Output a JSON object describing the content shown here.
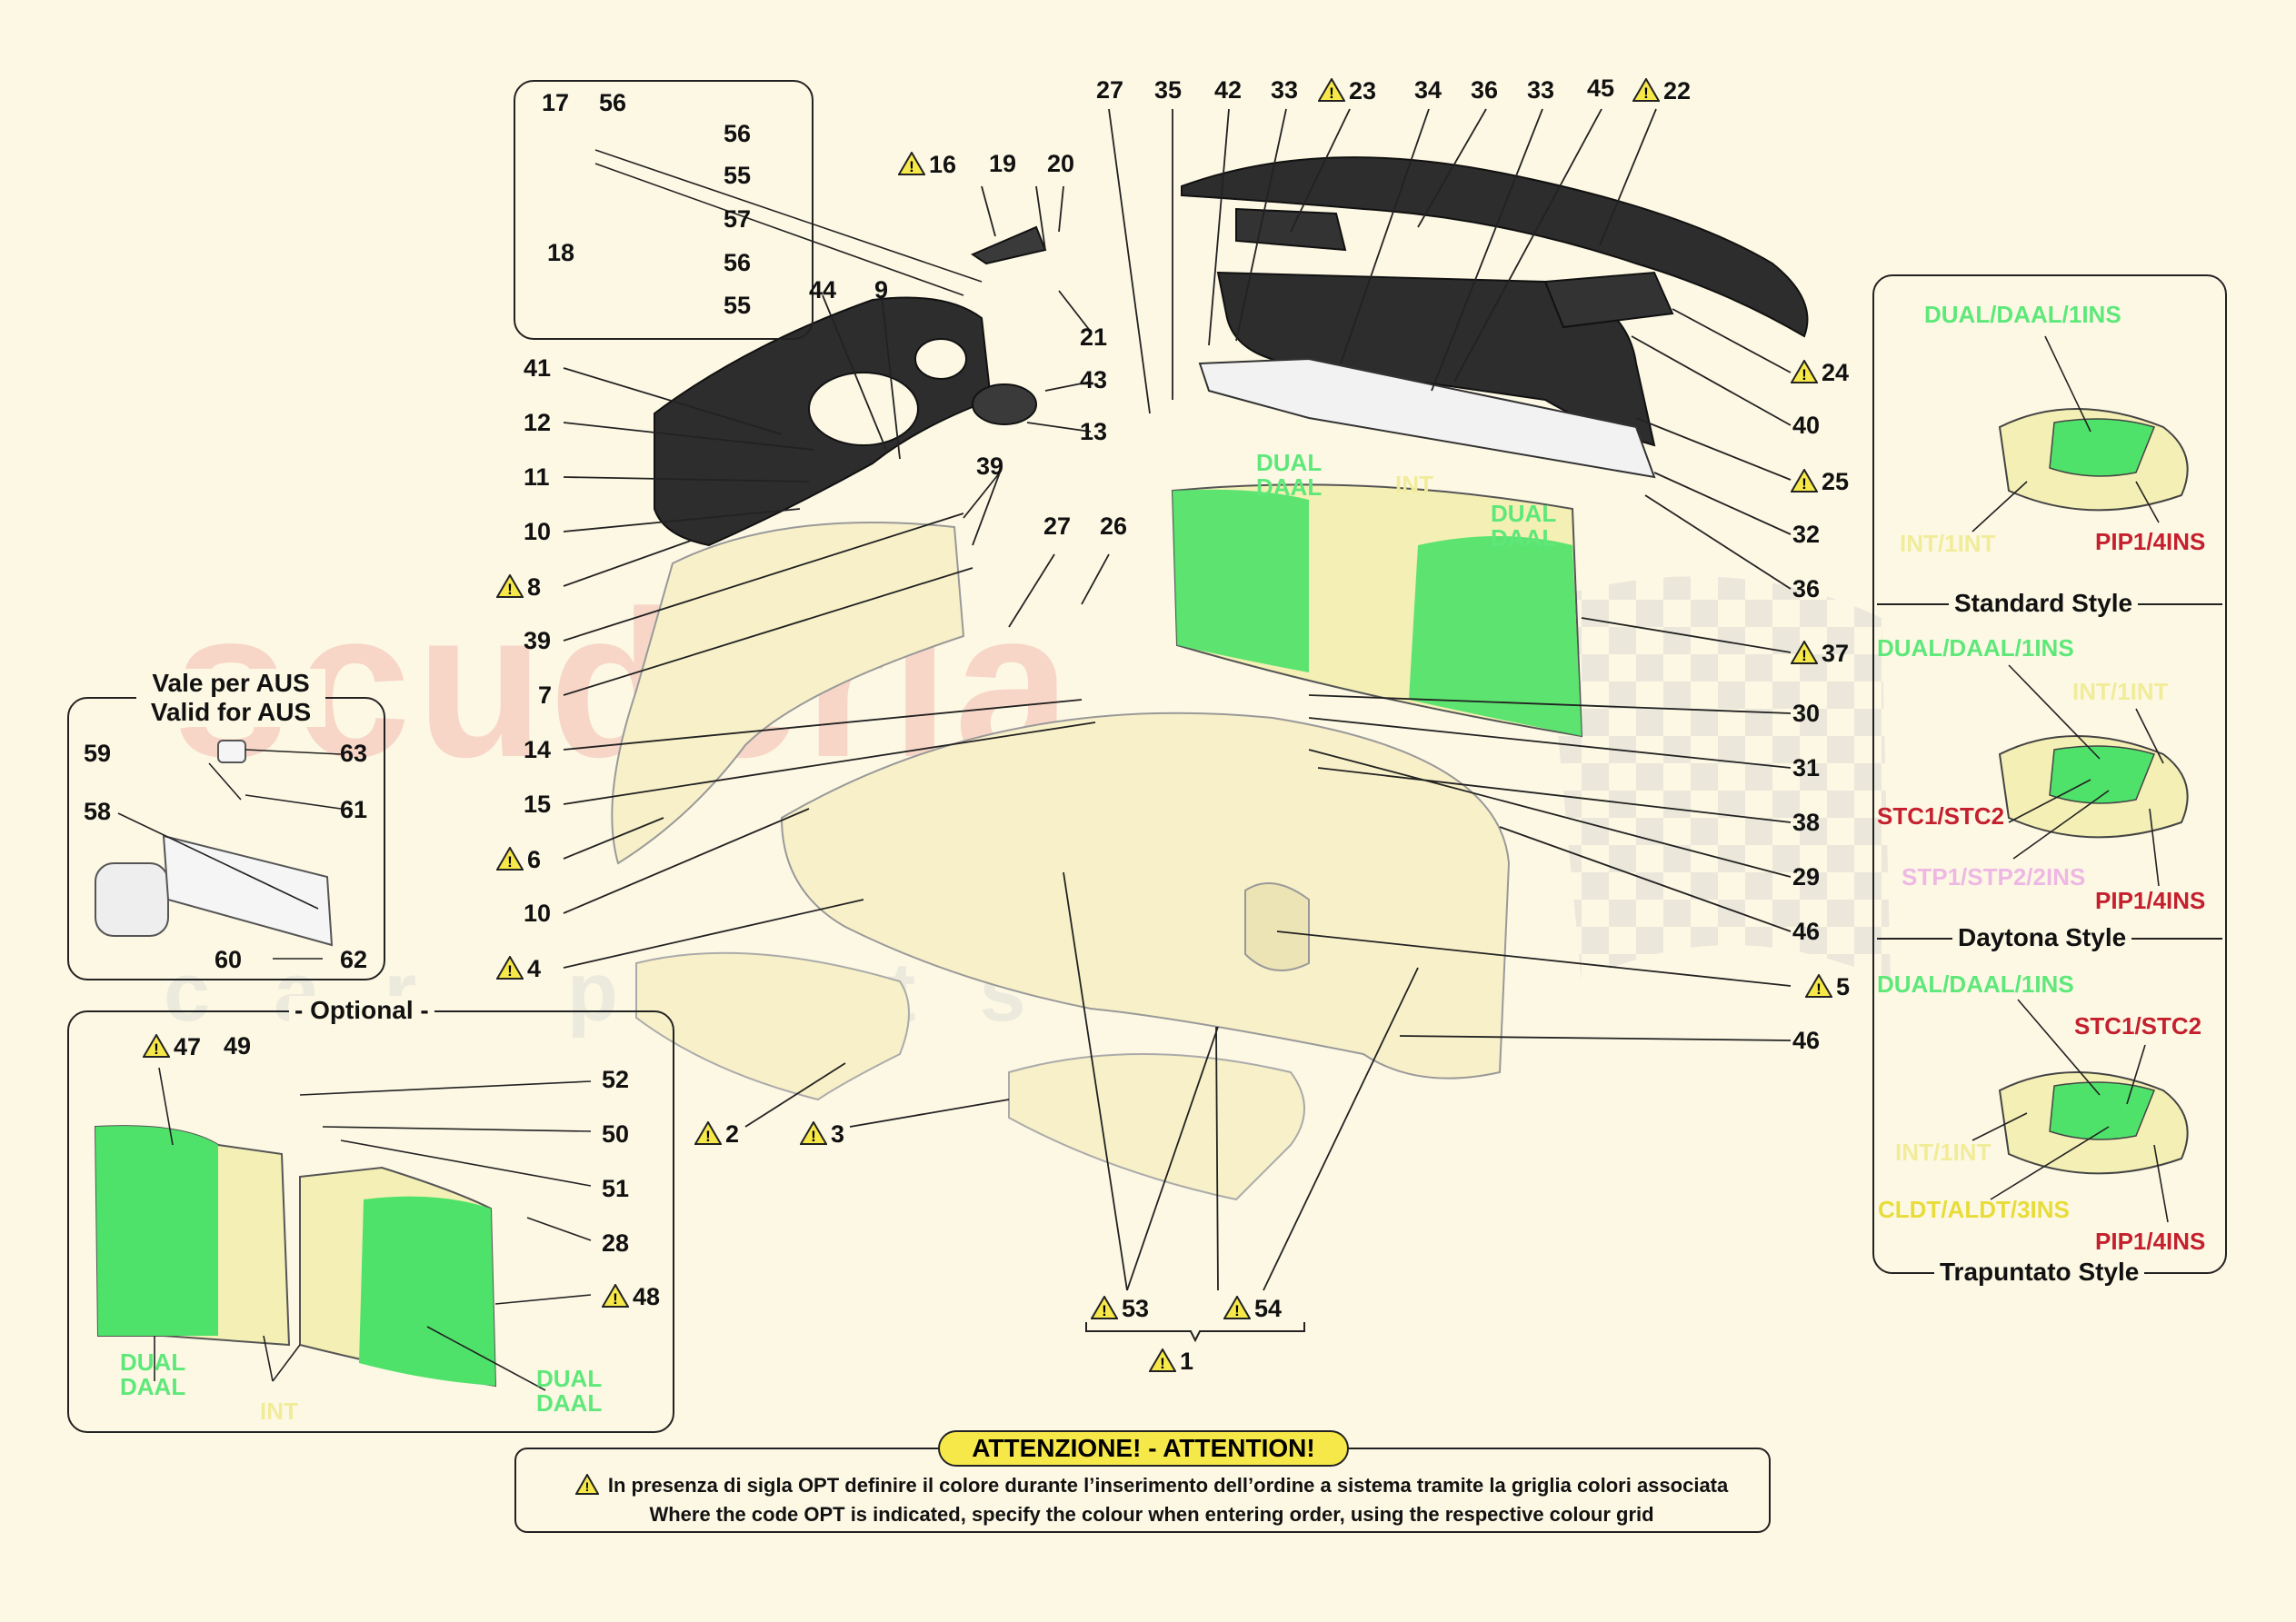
{
  "watermark": {
    "main": "scuderia",
    "sub": "car parts"
  },
  "labels": [
    {
      "id": "l17",
      "text": "17",
      "warn": false
    },
    {
      "id": "l56a",
      "text": "56",
      "warn": false
    },
    {
      "id": "l56b",
      "text": "56",
      "warn": false
    },
    {
      "id": "l55a",
      "text": "55",
      "warn": false
    },
    {
      "id": "l57",
      "text": "57",
      "warn": false
    },
    {
      "id": "l18",
      "text": "18",
      "warn": false
    },
    {
      "id": "l56c",
      "text": "56",
      "warn": false
    },
    {
      "id": "l55b",
      "text": "55",
      "warn": false
    },
    {
      "id": "l16",
      "text": "16",
      "warn": true
    },
    {
      "id": "l19",
      "text": "19",
      "warn": false
    },
    {
      "id": "l20",
      "text": "20",
      "warn": false
    },
    {
      "id": "l21",
      "text": "21",
      "warn": false
    },
    {
      "id": "l44",
      "text": "44",
      "warn": false
    },
    {
      "id": "l9",
      "text": "9",
      "warn": false
    },
    {
      "id": "l43",
      "text": "43",
      "warn": false
    },
    {
      "id": "l13",
      "text": "13",
      "warn": false
    },
    {
      "id": "l41",
      "text": "41",
      "warn": false
    },
    {
      "id": "l12",
      "text": "12",
      "warn": false
    },
    {
      "id": "l11",
      "text": "11",
      "warn": false
    },
    {
      "id": "l10a",
      "text": "10",
      "warn": false
    },
    {
      "id": "l8",
      "text": "8",
      "warn": true
    },
    {
      "id": "l39a",
      "text": "39",
      "warn": false
    },
    {
      "id": "l39b",
      "text": "39",
      "warn": false
    },
    {
      "id": "l7",
      "text": "7",
      "warn": false
    },
    {
      "id": "l14",
      "text": "14",
      "warn": false
    },
    {
      "id": "l15",
      "text": "15",
      "warn": false
    },
    {
      "id": "l6",
      "text": "6",
      "warn": true
    },
    {
      "id": "l10b",
      "text": "10",
      "warn": false
    },
    {
      "id": "l4",
      "text": "4",
      "warn": true
    },
    {
      "id": "l27a",
      "text": "27",
      "warn": false
    },
    {
      "id": "l35",
      "text": "35",
      "warn": false
    },
    {
      "id": "l42",
      "text": "42",
      "warn": false
    },
    {
      "id": "l33a",
      "text": "33",
      "warn": false
    },
    {
      "id": "l23",
      "text": "23",
      "warn": true
    },
    {
      "id": "l34",
      "text": "34",
      "warn": false
    },
    {
      "id": "l36a",
      "text": "36",
      "warn": false
    },
    {
      "id": "l33b",
      "text": "33",
      "warn": false
    },
    {
      "id": "l45",
      "text": "45",
      "warn": false
    },
    {
      "id": "l22",
      "text": "22",
      "warn": true
    },
    {
      "id": "l27b",
      "text": "27",
      "warn": false
    },
    {
      "id": "l26",
      "text": "26",
      "warn": false
    },
    {
      "id": "l24",
      "text": "24",
      "warn": true
    },
    {
      "id": "l40",
      "text": "40",
      "warn": false
    },
    {
      "id": "l25",
      "text": "25",
      "warn": true
    },
    {
      "id": "l32",
      "text": "32",
      "warn": false
    },
    {
      "id": "l36b",
      "text": "36",
      "warn": false
    },
    {
      "id": "l37",
      "text": "37",
      "warn": true
    },
    {
      "id": "l30",
      "text": "30",
      "warn": false
    },
    {
      "id": "l31",
      "text": "31",
      "warn": false
    },
    {
      "id": "l38",
      "text": "38",
      "warn": false
    },
    {
      "id": "l29",
      "text": "29",
      "warn": false
    },
    {
      "id": "l46a",
      "text": "46",
      "warn": false
    },
    {
      "id": "l5",
      "text": "5",
      "warn": true
    },
    {
      "id": "l46b",
      "text": "46",
      "warn": false
    },
    {
      "id": "l2",
      "text": "2",
      "warn": true
    },
    {
      "id": "l3",
      "text": "3",
      "warn": true
    },
    {
      "id": "l53",
      "text": "53",
      "warn": true
    },
    {
      "id": "l54",
      "text": "54",
      "warn": true
    },
    {
      "id": "l1",
      "text": "1",
      "warn": true
    },
    {
      "id": "l59",
      "text": "59",
      "warn": false
    },
    {
      "id": "l63",
      "text": "63",
      "warn": false
    },
    {
      "id": "l61",
      "text": "61",
      "warn": false
    },
    {
      "id": "l58",
      "text": "58",
      "warn": false
    },
    {
      "id": "l60",
      "text": "60",
      "warn": false
    },
    {
      "id": "l62",
      "text": "62",
      "warn": false
    },
    {
      "id": "l47",
      "text": "47",
      "warn": true
    },
    {
      "id": "l49",
      "text": "49",
      "warn": false
    },
    {
      "id": "l52",
      "text": "52",
      "warn": false
    },
    {
      "id": "l50",
      "text": "50",
      "warn": false
    },
    {
      "id": "l51",
      "text": "51",
      "warn": false
    },
    {
      "id": "l28",
      "text": "28",
      "warn": false
    },
    {
      "id": "l48",
      "text": "48",
      "warn": true
    }
  ],
  "zones": {
    "main_left": "DUAL\nDAAL",
    "main_mid": "INT",
    "main_right": "DUAL\nDAAL",
    "opt_left": "DUAL\nDAAL",
    "opt_mid": "INT",
    "opt_right": "DUAL\nDAAL"
  },
  "aus_box": {
    "title_line1": "Vale per AUS",
    "title_line2": "Valid for AUS"
  },
  "optional_box": {
    "title": "- Optional -"
  },
  "styles_panel": {
    "standard": {
      "top": "DUAL/DAAL/1INS",
      "int": "INT/1INT",
      "pip": "PIP1/4INS",
      "name": "Standard Style"
    },
    "daytona": {
      "top": "DUAL/DAAL/1INS",
      "int": "INT/1INT",
      "stc": "STC1/STC2",
      "stp": "STP1/STP2/2INS",
      "pip": "PIP1/4INS",
      "name": "Daytona Style"
    },
    "trapuntato": {
      "top": "DUAL/DAAL/1INS",
      "stc": "STC1/STC2",
      "int": "INT/1INT",
      "cldt": "CLDT/ALDT/3INS",
      "pip": "PIP1/4INS",
      "name": "Trapuntato Style"
    }
  },
  "attention": {
    "title": "ATTENZIONE! - ATTENTION!",
    "line_it": "In presenza di sigla OPT definire il colore durante l’inserimento dell’ordine a sistema tramite la griglia colori associata",
    "line_en": "Where the code OPT is indicated, specify the colour when entering order, using the respective colour grid"
  },
  "colors": {
    "green": "#5ee87a",
    "cream": "#f4efb4",
    "dark": "#2a2a2a",
    "red": "#c4202e",
    "warn": "#f7e84a"
  }
}
